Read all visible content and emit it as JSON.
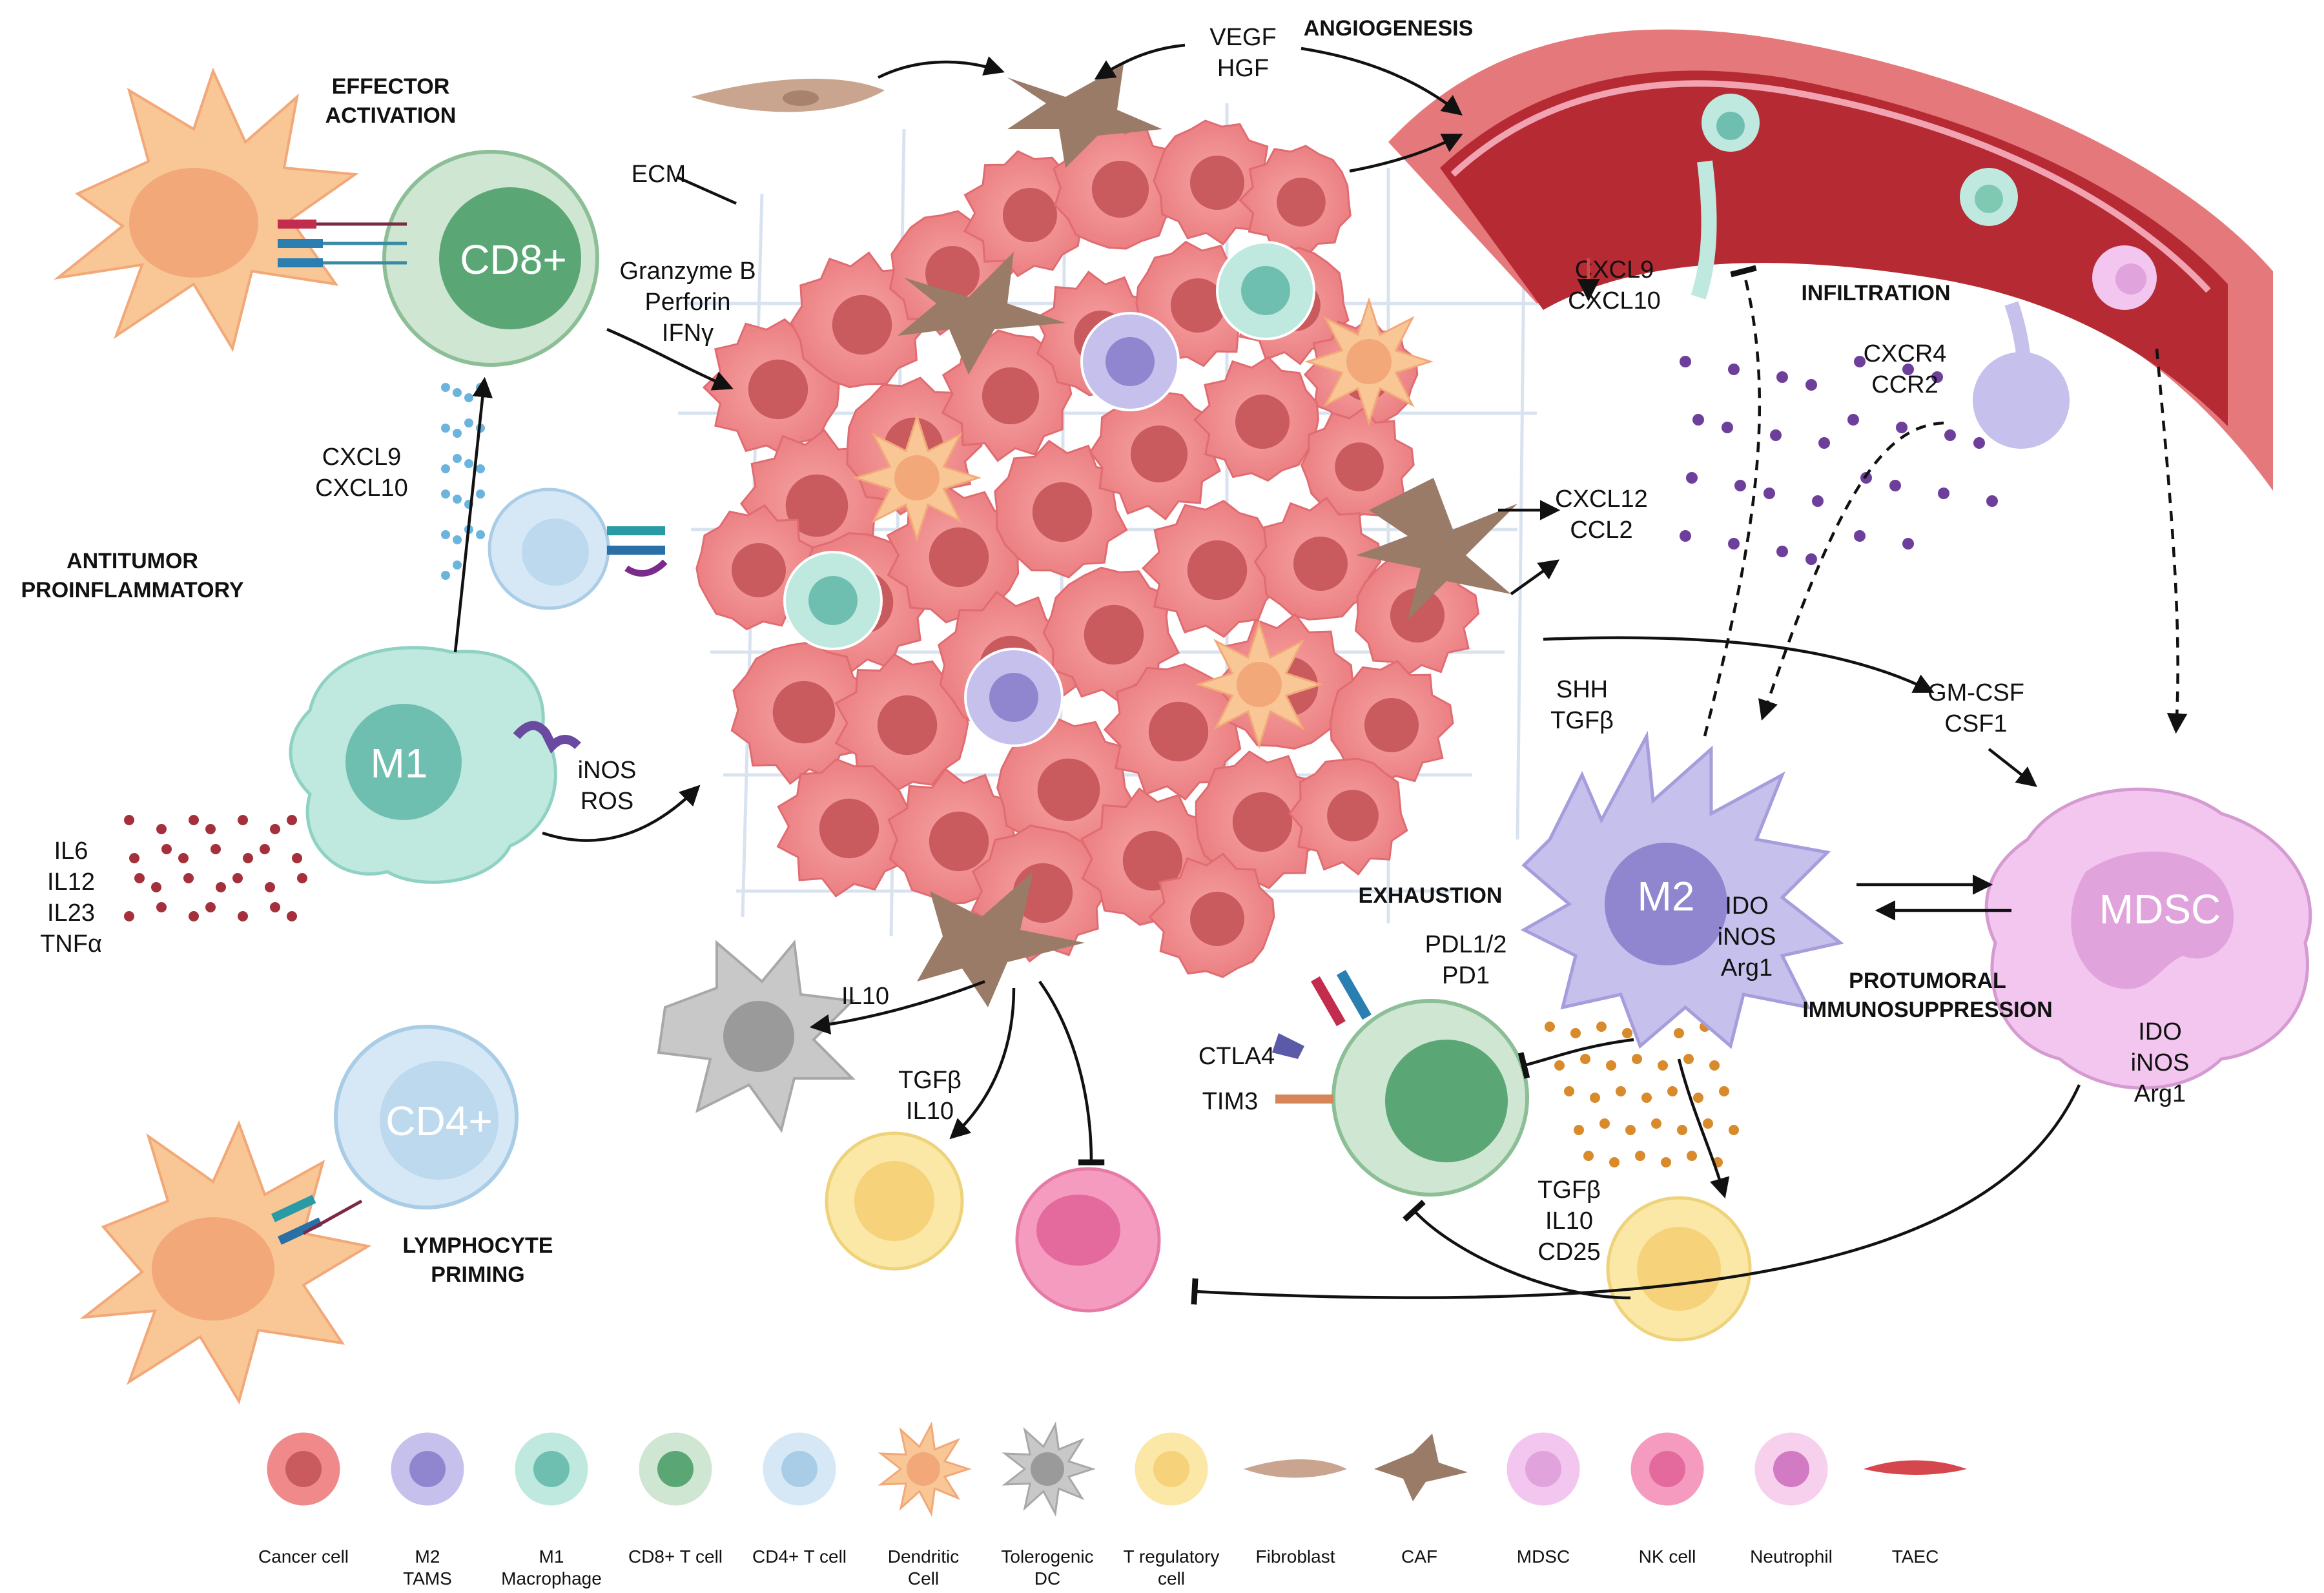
{
  "headings": {
    "effector": [
      "EFFECTOR",
      "ACTIVATION"
    ],
    "antitumor": [
      "ANTITUMOR",
      "PROINFLAMMATORY"
    ],
    "priming": [
      "LYMPHOCYTE",
      "PRIMING"
    ],
    "angiogenesis": "ANGIOGENESIS",
    "infiltration": "INFILTRATION",
    "exhaustion": "EXHAUSTION",
    "protumoral": [
      "PROTUMORAL",
      "IMMUNOSUPPRESSION"
    ]
  },
  "cells": {
    "cd8": "CD8+",
    "m1": "M1",
    "cd4": "CD4+",
    "m2": "M2",
    "mdsc": "MDSC"
  },
  "labels": {
    "ecm": "ECM",
    "vegf": [
      "VEGF",
      "HGF"
    ],
    "granzyme": [
      "Granzyme B",
      "Perforin",
      "IFNγ"
    ],
    "cxcl9_left": [
      "CXCL9",
      "CXCL10"
    ],
    "cxcl9_right": [
      "CXCL9",
      "CXCL10"
    ],
    "cxcr4": [
      "CXCR4",
      "CCR2"
    ],
    "cxcl12": [
      "CXCL12",
      "CCL2"
    ],
    "inos_ros": [
      "iNOS",
      "ROS"
    ],
    "il_list": [
      "IL6",
      "IL12",
      "IL23",
      "TNFα"
    ],
    "shh": [
      "SHH",
      "TGFβ"
    ],
    "gmcsf": [
      "GM-CSF",
      "CSF1"
    ],
    "m2_inner": [
      "IDO",
      "iNOS",
      "Arg1"
    ],
    "mdsc_out": [
      "IDO",
      "iNOS",
      "Arg1"
    ],
    "pdl": [
      "PDL1/2",
      "PD1"
    ],
    "ctla4": "CTLA4",
    "tim3": "TIM3",
    "il10": "IL10",
    "tgfb_il10": [
      "TGFβ",
      "IL10"
    ],
    "tgfb_il10_cd25": [
      "TGFβ",
      "IL10",
      "CD25"
    ]
  },
  "legend": [
    {
      "label": [
        "Cancer cell"
      ],
      "kind": "cancer"
    },
    {
      "label": [
        "M2",
        "TAMS"
      ],
      "kind": "m2"
    },
    {
      "label": [
        "M1",
        "Macrophage"
      ],
      "kind": "m1"
    },
    {
      "label": [
        "CD8+ T cell"
      ],
      "kind": "cd8"
    },
    {
      "label": [
        "CD4+ T cell"
      ],
      "kind": "cd4"
    },
    {
      "label": [
        "Dendritic",
        "Cell"
      ],
      "kind": "dc"
    },
    {
      "label": [
        "Tolerogenic",
        "DC"
      ],
      "kind": "tdc"
    },
    {
      "label": [
        "T regulatory",
        "cell"
      ],
      "kind": "treg"
    },
    {
      "label": [
        "Fibroblast"
      ],
      "kind": "fibro"
    },
    {
      "label": [
        "CAF"
      ],
      "kind": "caf"
    },
    {
      "label": [
        "MDSC"
      ],
      "kind": "mdsc"
    },
    {
      "label": [
        "NK cell"
      ],
      "kind": "nk"
    },
    {
      "label": [
        "Neutrophil"
      ],
      "kind": "neutro"
    },
    {
      "label": [
        "TAEC"
      ],
      "kind": "taec"
    }
  ],
  "colors": {
    "cancer": "#f08a8a",
    "cancer_nucleus": "#c95a5e",
    "m2": "#c5c0ec",
    "m2_nucleus": "#8f86cf",
    "m1": "#bfe8df",
    "m1_nucleus": "#6fbfb1",
    "cd8": "#cfe6d2",
    "cd8_nucleus": "#5aa775",
    "cd4": "#d6e8f5",
    "cd4_nucleus": "#a9cde6",
    "dc": "#f8c795",
    "dc_nucleus": "#f2a878",
    "tdc": "#c8c8c8",
    "treg": "#fbe7a6",
    "treg_nucleus": "#f6d27a",
    "caf": "#9a7b68",
    "fibro": "#c9a48e",
    "mdsc": "#f2c6ee",
    "mdsc_nucleus": "#e0a3dc",
    "nk": "#f59bc0",
    "nk_nucleus": "#e46a9e",
    "vessel": "#e26b6b",
    "vessel_lumen": "#b5232f"
  }
}
